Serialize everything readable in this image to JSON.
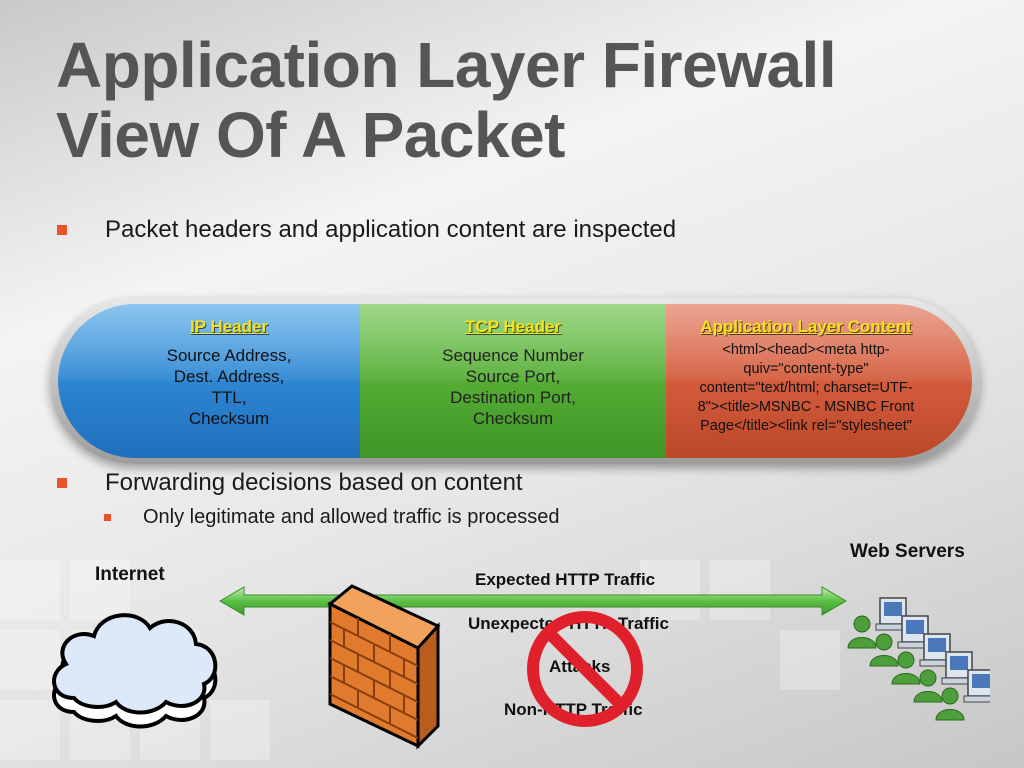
{
  "title": {
    "line1": "Application Layer Firewall",
    "line2": "View Of A Packet"
  },
  "bullets": [
    "Packet headers and application content are inspected",
    "Forwarding decisions based on content"
  ],
  "sub_bullets": [
    "Only legitimate and allowed traffic is processed"
  ],
  "packet": {
    "ip": {
      "header": "IP Header",
      "lines": [
        "Source Address,",
        "Dest. Address,",
        "TTL,",
        "Checksum"
      ]
    },
    "tcp": {
      "header": "TCP Header",
      "lines": [
        "Sequence Number",
        "Source Port,",
        "Destination Port,",
        "Checksum"
      ]
    },
    "app": {
      "header": "Application Layer Content",
      "lines": [
        "<html><head><meta http-",
        "quiv=\"content-type\"",
        "content=\"text/html; charset=UTF-",
        "8\"><title>MSNBC - MSNBC Front",
        "Page</title><link rel=\"stylesheet\""
      ]
    }
  },
  "diagram": {
    "internet_label": "Internet",
    "web_servers_label": "Web Servers",
    "traffic": {
      "expected": "Expected HTTP Traffic",
      "unexpected": "Unexpected HTTP Traffic",
      "attacks": "Attacks",
      "non_http": "Non-HTTP Traffic"
    }
  },
  "colors": {
    "title": "#555555",
    "bullet_mark": "#e8532b",
    "ip": "#2d86d2",
    "tcp": "#55ad35",
    "app": "#d35c3d",
    "header_text": "#f5e21a",
    "prohibit": "#e0202a",
    "arrow": "#5bbf45"
  }
}
